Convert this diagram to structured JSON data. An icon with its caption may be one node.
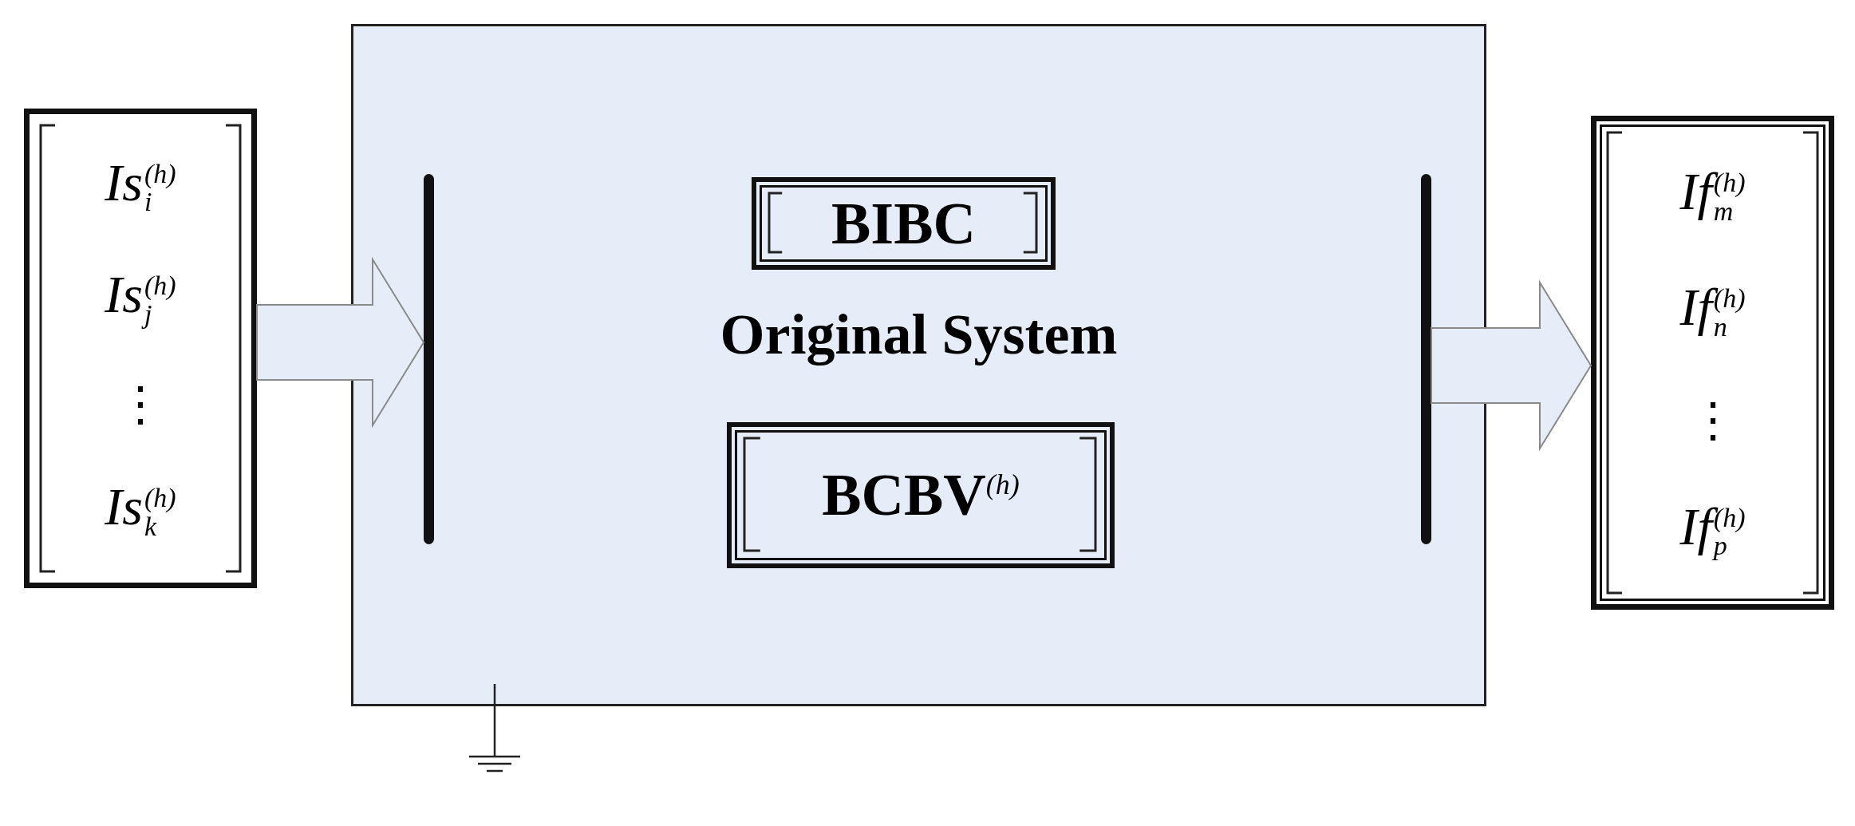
{
  "diagram": {
    "nodes": [
      {
        "text": [
          "Is$_{i}$$^{(h)}$",
          "Is$_{j}$$^{(h)}$",
          "⋮",
          "Is$_{k}$$^{(h)}$"
        ]
      },
      {
        "text": [
          "Original System"
        ]
      },
      {
        "text": [],
        "shape": "bar",
        "in": 1
      },
      {
        "text": [
          "BIBC"
        ],
        "in": 1
      },
      {
        "text": [
          "BCBV$^{(h)}$"
        ],
        "in": 1
      },
      {
        "text": [],
        "shape": "bar",
        "in": 1
      },
      {
        "text": [
          "If$_{m}$$^{(h)}$",
          "If$_{n}$$^{(h)}$",
          "⋮",
          "If$_{p}$$^{(h)}$"
        ]
      }
    ],
    "edges": [
      {
        "from": 0,
        "to": 2,
        "arrow": "to"
      },
      {
        "from": 5,
        "to": 6,
        "arrow": "to"
      }
    ]
  }
}
